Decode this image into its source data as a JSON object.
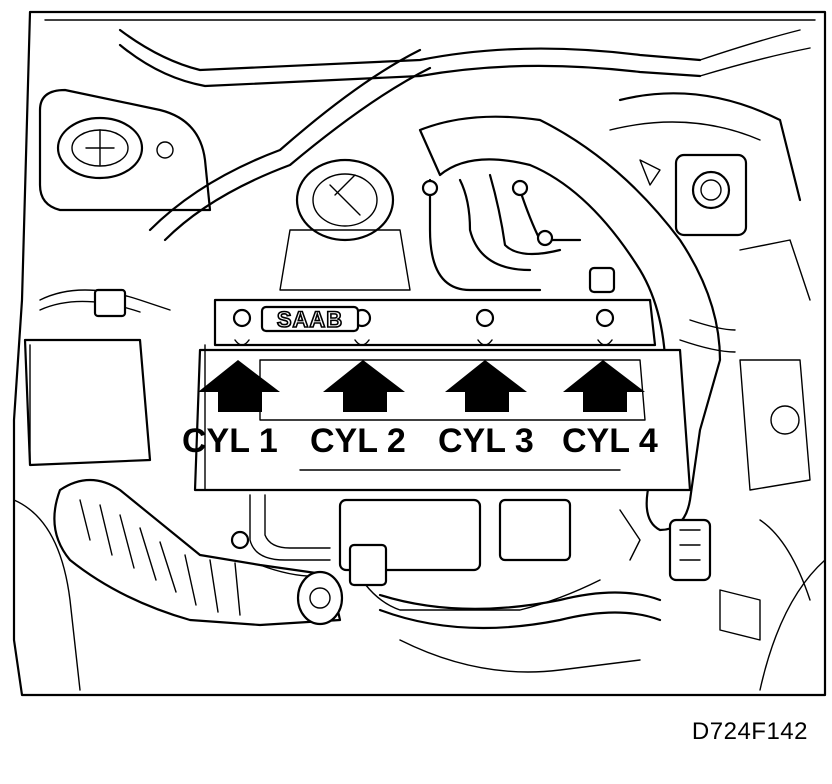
{
  "brand_text": "SAAB",
  "cylinders": [
    {
      "label": "CYL 1"
    },
    {
      "label": "CYL 2"
    },
    {
      "label": "CYL 3"
    },
    {
      "label": "CYL 4"
    }
  ],
  "figure_code": "D724F142",
  "colors": {
    "line": "#000000",
    "background": "#ffffff"
  },
  "icons": [
    "up-arrow-icon"
  ]
}
